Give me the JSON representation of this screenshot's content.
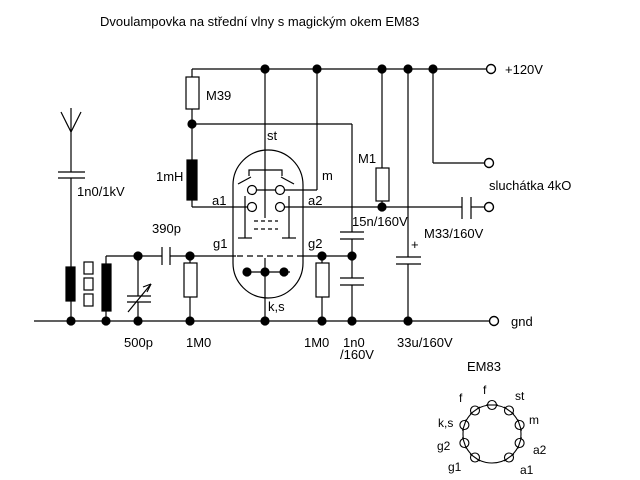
{
  "title": "Dvoulampovka na střední vlny s magickým okem EM83",
  "colors": {
    "ink": "#000000",
    "paper": "#ffffff"
  },
  "terminals": {
    "v120": "+120V",
    "gnd": "gnd",
    "phones": "sluchátka 4kO"
  },
  "labels": {
    "m39": "M39",
    "choke": "1mH",
    "c_ant": "1n0/1kV",
    "c390": "390p",
    "c500": "500p",
    "r_g1": "1M0",
    "r_g2": "1M0",
    "c15n": "15n/160V",
    "m1": "M1",
    "c1n0_line1": "1n0",
    "c1n0_line2": "/160V",
    "c33u": "33u/160V",
    "m33": "M33/160V",
    "plus": "+"
  },
  "tube": {
    "st": "st",
    "m": "m",
    "a1": "a1",
    "a2": "a2",
    "g1": "g1",
    "g2": "g2",
    "ks": "k,s"
  },
  "socket": {
    "title": "EM83",
    "pins": [
      "f",
      "st",
      "m",
      "a2",
      "a1",
      "g1",
      "g2",
      "k,s",
      "f"
    ]
  }
}
